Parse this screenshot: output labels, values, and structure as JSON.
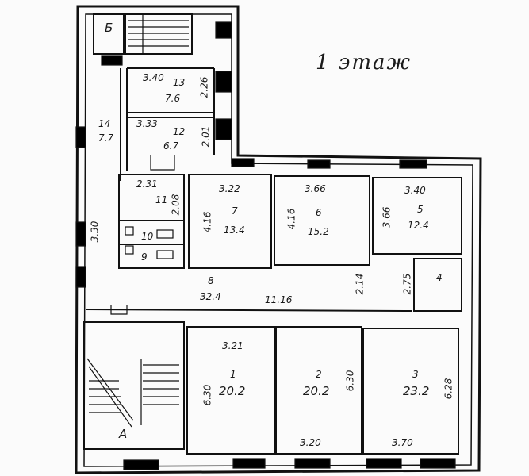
{
  "title": "1 этаж",
  "stairs": {
    "a": "А",
    "b": "Б"
  },
  "rooms": {
    "r13": {
      "num": "13",
      "area": "7.6",
      "w": "3.40",
      "h": "2.26"
    },
    "r12": {
      "num": "12",
      "area": "6.7",
      "w": "3.33",
      "h": "2.01"
    },
    "r14": {
      "num": "14",
      "area": "7.7"
    },
    "r11": {
      "num": "11",
      "w": "2.31",
      "h": "2.08"
    },
    "r10": {
      "num": "10"
    },
    "r9": {
      "num": "9"
    },
    "r7": {
      "num": "7",
      "area": "13.4",
      "w": "3.22",
      "h": "4.16"
    },
    "r6": {
      "num": "6",
      "area": "15.2",
      "w": "3.66",
      "h": "4.16"
    },
    "r5": {
      "num": "5",
      "area": "12.4",
      "w": "3.40",
      "h": "3.66"
    },
    "r4": {
      "num": "4",
      "h": "2.75"
    },
    "r8": {
      "num": "8",
      "area": "32.4",
      "len": "11.16",
      "h": "2.14"
    },
    "r1": {
      "num": "1",
      "area": "20.2",
      "w": "3.21",
      "h": "6.30"
    },
    "r2": {
      "num": "2",
      "area": "20.2",
      "w": "3.20",
      "h": "6.30"
    },
    "r3": {
      "num": "3",
      "area": "23.2",
      "w": "3.70",
      "h": "6.28"
    }
  },
  "corridor_width": "3.30"
}
